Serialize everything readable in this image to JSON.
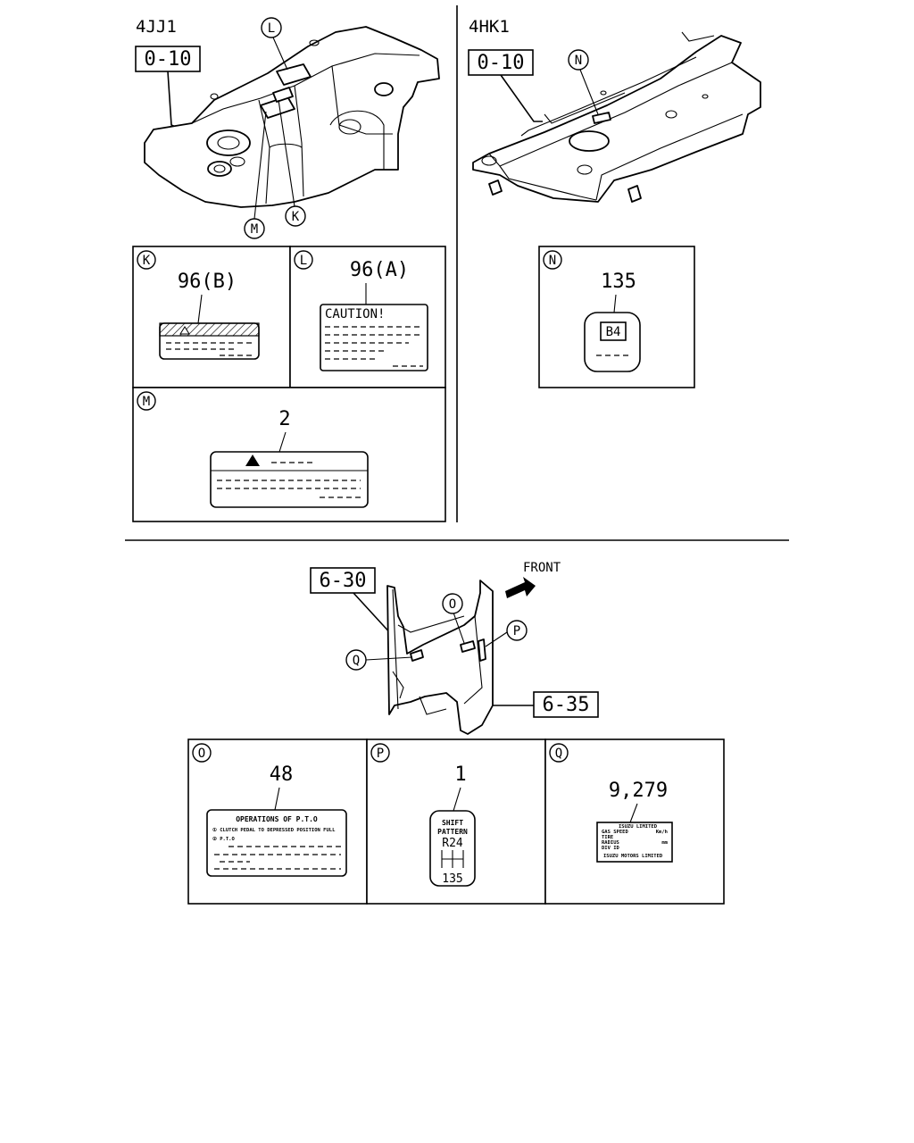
{
  "upper_left": {
    "engine_label": "4JJ1",
    "ref_box": "0-10",
    "callouts": {
      "L": "L",
      "M": "M",
      "K": "K"
    }
  },
  "upper_right": {
    "engine_label": "4HK1",
    "ref_box": "0-10",
    "callouts": {
      "N": "N"
    }
  },
  "detail_K": {
    "letter": "K",
    "part_no": "96(B)"
  },
  "detail_L": {
    "letter": "L",
    "part_no": "96(A)",
    "label_text": "CAUTION!"
  },
  "detail_M": {
    "letter": "M",
    "part_no": "2"
  },
  "detail_N": {
    "letter": "N",
    "part_no": "135",
    "label_text": "B4"
  },
  "lower": {
    "ref_left": "6-30",
    "ref_right": "6-35",
    "front_label": "FRONT",
    "callouts": {
      "O": "O",
      "P": "P",
      "Q": "Q"
    }
  },
  "detail_O": {
    "letter": "O",
    "part_no": "48",
    "title": "OPERATIONS OF P.T.O",
    "line1": "① CLUTCH PEDAL TO DEPRESSED POSITION FULL",
    "line2": "② P.T.O"
  },
  "detail_P": {
    "letter": "P",
    "part_no": "1",
    "line1": "SHIFT",
    "line2": "PATTERN",
    "top_row": "R24",
    "bottom_row": "135"
  },
  "detail_Q": {
    "letter": "Q",
    "part_no": "9,279",
    "row1_left": "ISUZU LIMITED",
    "row2_left": "GAS SPEED",
    "row2_right": "Km/h",
    "row3_left": "TIRE",
    "row4_left": "RADIUS",
    "row4_right": "mm",
    "row5_left": "DIV ID",
    "footer": "ISUZU MOTORS LIMITED"
  }
}
